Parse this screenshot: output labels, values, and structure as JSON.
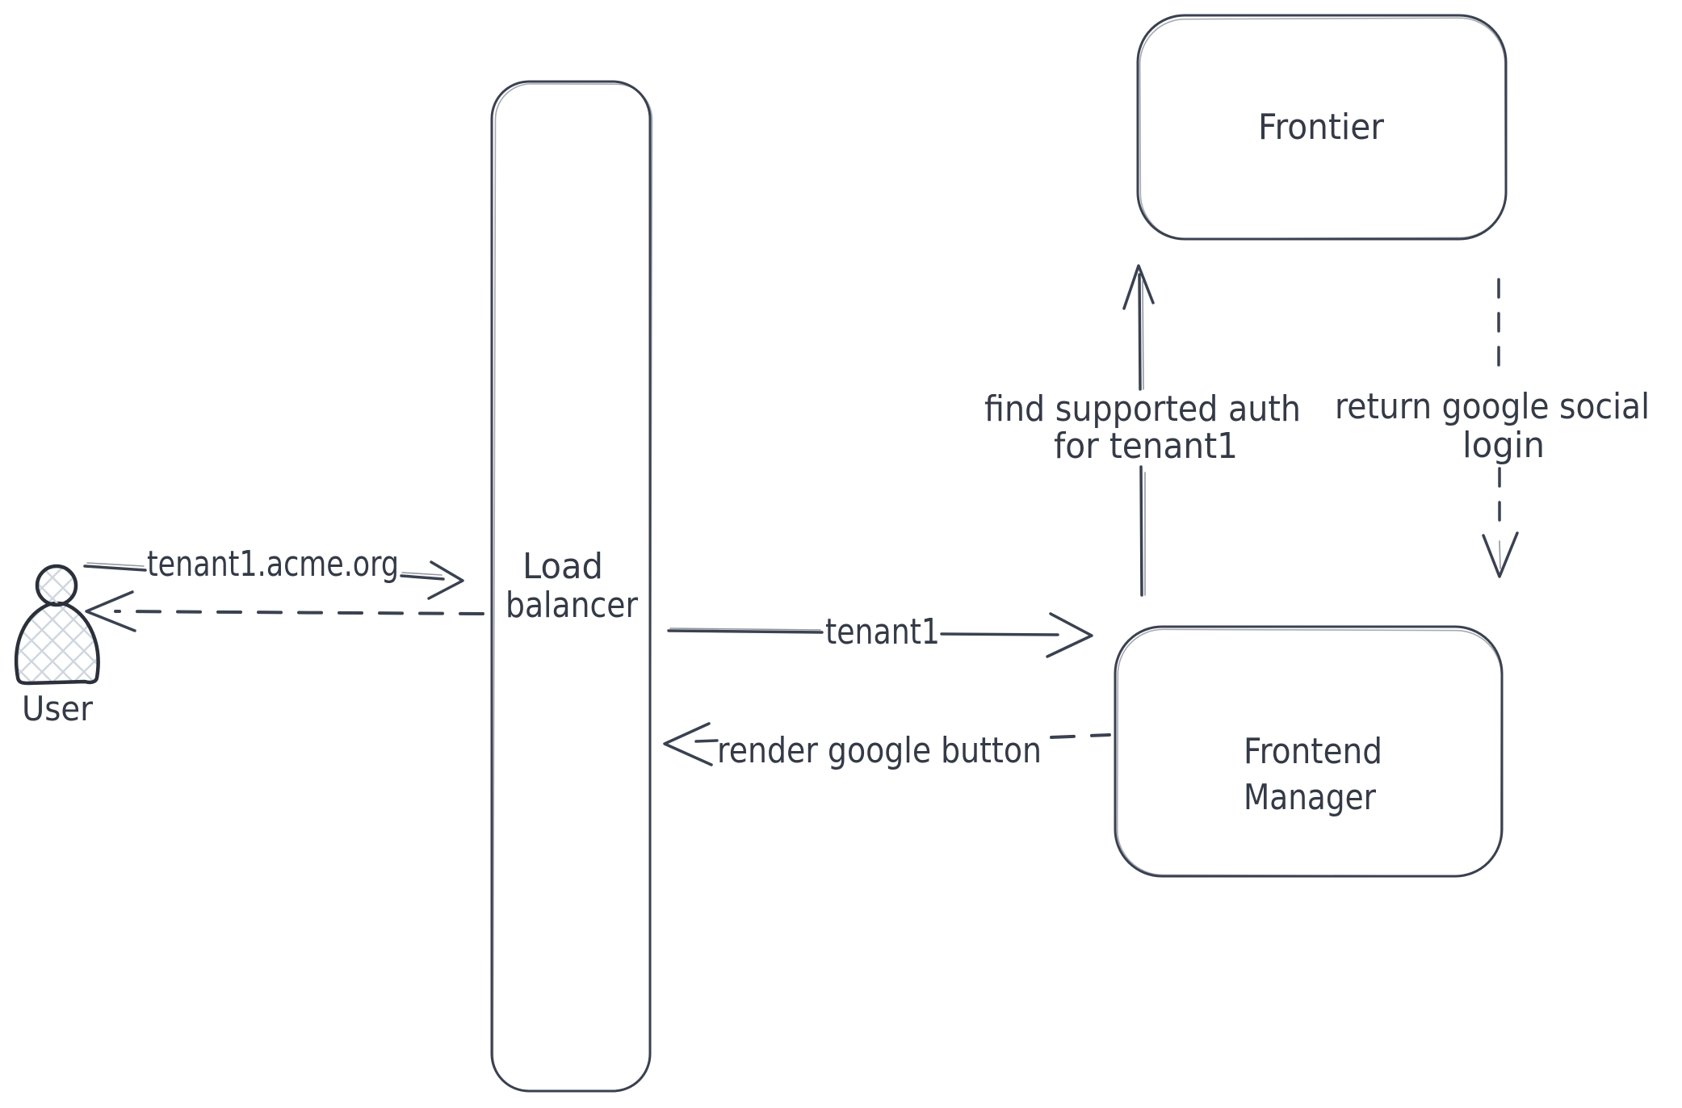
{
  "app": {
    "type": "whiteboard-diagram",
    "background": "#ffffff"
  },
  "colors": {
    "stroke": "#3a4150",
    "text": "#343a46",
    "hatch_fill_lines": "#cfd6df"
  },
  "actor": {
    "label": "User"
  },
  "nodes": {
    "load_balancer": {
      "label": "Load balancer",
      "lines": [
        "Load",
        "balancer"
      ]
    },
    "frontier": {
      "label": "Frontier"
    },
    "frontend_manager": {
      "label": "Frontend Manager",
      "lines": [
        "Frontend",
        "Manager"
      ]
    }
  },
  "edges": {
    "user_to_lb": {
      "label": "tenant1.acme.org",
      "style": "solid",
      "from": "User",
      "to": "Load balancer"
    },
    "lb_to_user": {
      "label": "",
      "style": "dashed",
      "from": "Load balancer",
      "to": "User"
    },
    "lb_to_fm": {
      "label": "tenant1",
      "style": "solid",
      "from": "Load balancer",
      "to": "Frontend Manager"
    },
    "fm_to_lb": {
      "label": "render google button",
      "style": "dashed",
      "from": "Frontend Manager",
      "to": "Load balancer"
    },
    "fm_to_frontier": {
      "label": "find supported auth for tenant1",
      "lines": [
        "find supported auth",
        "for tenant1"
      ],
      "style": "solid",
      "from": "Frontend Manager",
      "to": "Frontier"
    },
    "frontier_to_fm": {
      "label": "return google social login",
      "lines": [
        "return google social",
        "login"
      ],
      "style": "dashed",
      "from": "Frontier",
      "to": "Frontend Manager"
    }
  }
}
